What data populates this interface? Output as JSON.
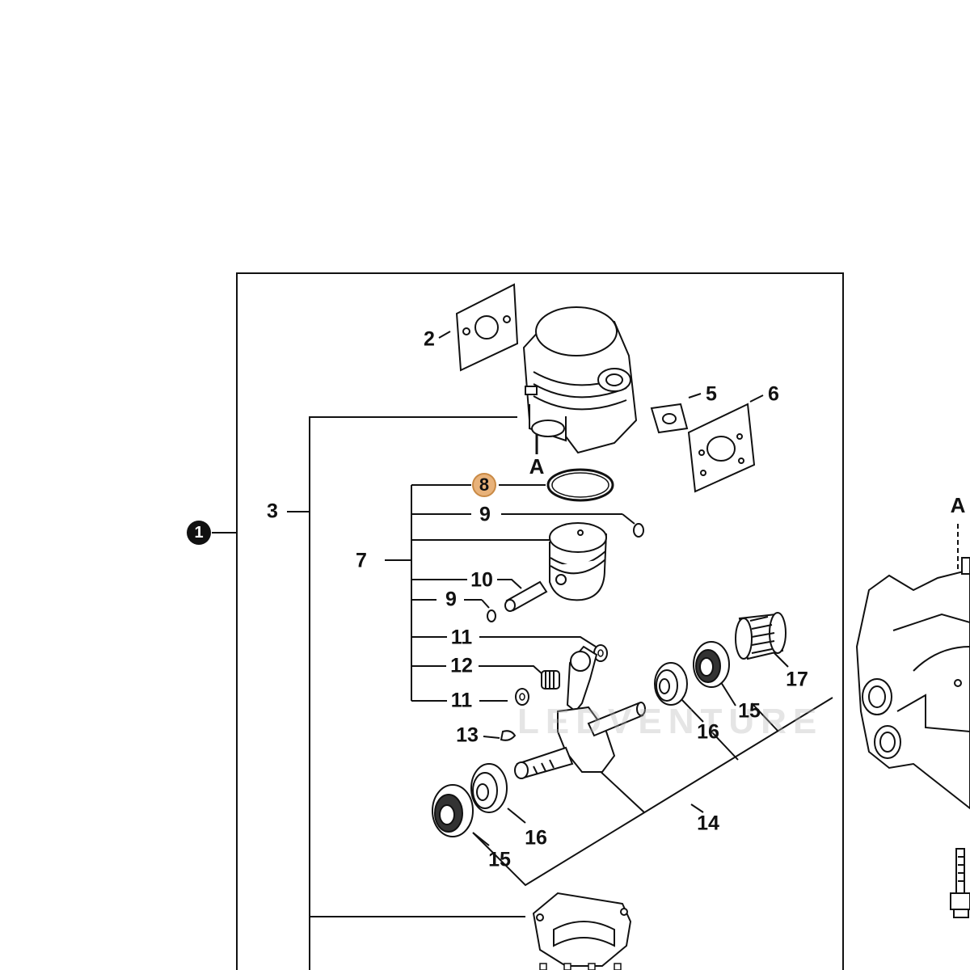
{
  "callouts": {
    "main_assembly": "1",
    "gasket_top": "2",
    "cylinder_kit": "3",
    "intake_gasket_small": "5",
    "intake_gasket_large": "6",
    "piston_kit": "7",
    "piston_ring": "8",
    "circlip_upper": "9",
    "circlip_lower": "9",
    "piston_pin": "10",
    "washer_upper": "11",
    "needle_bearing": "12",
    "washer_lower": "11",
    "woodruff_key": "13",
    "crankshaft": "14",
    "seal_right": "15",
    "bearing_right": "16",
    "spring_right": "17",
    "bearing_left": "16",
    "seal_left": "15"
  },
  "section_marks": {
    "cylinder_view": "A",
    "crankcase_view": "A"
  },
  "watermark": "LEDVENTURE",
  "colors": {
    "line": "#111111",
    "highlight_fill": "#e8b27a",
    "highlight_border": "#c98a45"
  }
}
